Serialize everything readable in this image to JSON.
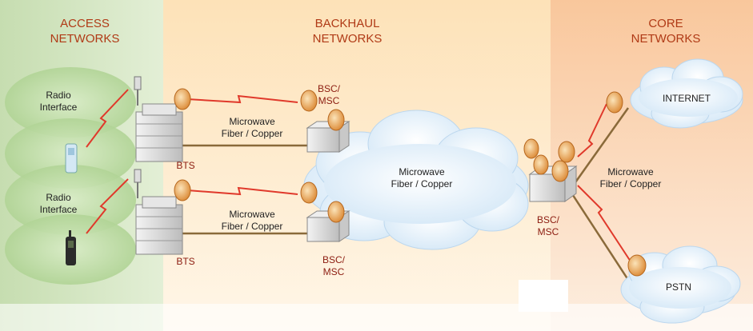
{
  "sections": {
    "access": "ACCESS\nNETWORKS",
    "backhaul": "BACKHAUL\nNETWORKS",
    "core": "CORE\nNETWORKS"
  },
  "labels": {
    "radio_interface_top": "Radio\nInterface",
    "radio_interface_bottom": "Radio\nInterface",
    "bts_top": "BTS",
    "bts_bottom": "BTS",
    "link_top": "Microwave\nFiber / Copper",
    "link_bottom": "Microwave\nFiber / Copper",
    "bsc_msc_top": "BSC/\nMSC",
    "bsc_msc_bottom": "BSC/\nMSC",
    "cloud_center": "Microwave\nFiber / Copper",
    "bsc_msc_core": "BSC/\nMSC",
    "core_link": "Microwave\nFiber / Copper",
    "internet": "INTERNET",
    "pstn": "PSTN"
  },
  "colors": {
    "access_band": "#cfe3b8",
    "backhaul_band": "#fde7c2",
    "core_band": "#fbd0a8",
    "section_text": "#b03a16",
    "node_label": "#8c1c10",
    "radio_link": "#e0392b",
    "wire": "#8a6a3a",
    "dish": "#e89a3a"
  },
  "icons": [
    "bts-tower-icon",
    "bsc-building-icon",
    "microwave-dish-icon",
    "mobile-phone-icon",
    "cloud-icon"
  ]
}
